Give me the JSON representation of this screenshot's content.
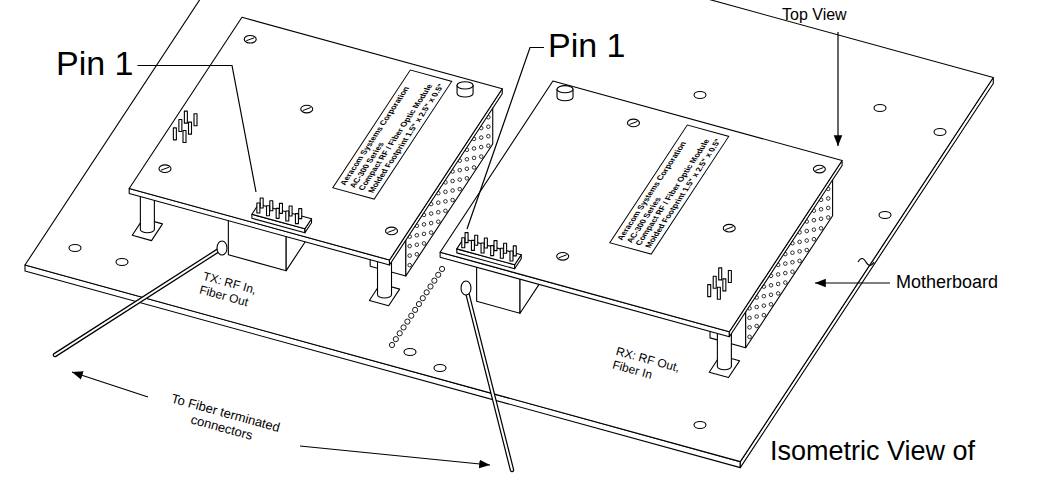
{
  "diagram": {
    "nodes": [
      {
        "text": [
          "Aeracom Systems Corporation",
          "AC-300 Series",
          "Compact RF / Fiber Optic Module",
          "Molded Footprint 1.5\" x 2.5\" x 0.5\""
        ]
      },
      {
        "text": [
          "Aeracom Systems Corporation",
          "AC-300 Series",
          "Compact RF / Fiber Optic Module",
          "Molded Footprint 1.5\" x 2.5\" x 0.5\""
        ]
      }
    ],
    "labels": [
      "Pin 1",
      "Pin 1",
      "Top View",
      "TX: RF In, Fiber Out",
      "RX: RF Out, Fiber In",
      "Motherboard",
      "To Fiber terminated connectors",
      "Isometric View of"
    ]
  }
}
